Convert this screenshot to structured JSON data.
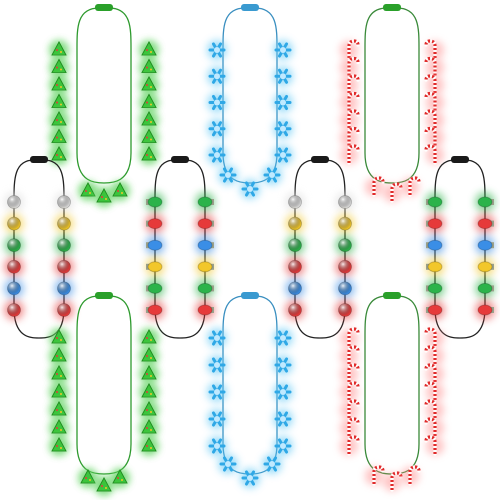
{
  "image": {
    "background": "#ffffff",
    "necklaces": [
      {
        "kind": "tree",
        "string_color": "#2e9a2e",
        "clasp_color": "#2aa02a"
      },
      {
        "kind": "snowflake",
        "string_color": "#3a8fc0",
        "clasp_color": "#3a9ad0"
      },
      {
        "kind": "candy-cane",
        "string_color": "#3a8a3a",
        "clasp_color": "#2aa02a"
      },
      {
        "kind": "bulb",
        "string_color": "#222222",
        "clasp_color": "#1a1a1a"
      },
      {
        "kind": "bell",
        "string_color": "#222222",
        "clasp_color": "#1a1a1a"
      }
    ],
    "light_colors": [
      "#2bb34a",
      "#e63a3a",
      "#3a8ee6",
      "#f2c72a",
      "#dcdcdc"
    ]
  }
}
